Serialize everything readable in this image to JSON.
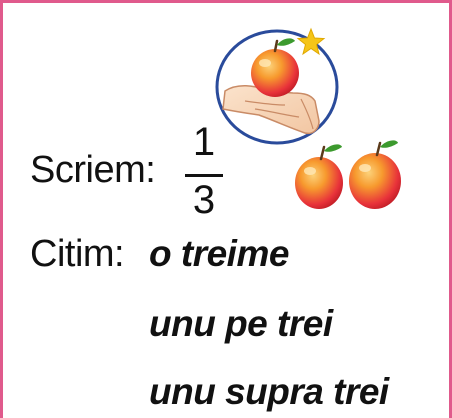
{
  "write_label": "Scriem:",
  "fraction": {
    "numerator": "1",
    "denominator": "3"
  },
  "read_label": "Citim:",
  "readings": [
    "o treime",
    "unu pe trei",
    "unu supra trei"
  ],
  "colors": {
    "border": "#e05a8c",
    "apple_red": "#e8323a",
    "apple_orange": "#f79a2e",
    "circle": "#2a4b9b",
    "star": "#f5c518"
  },
  "illustration": {
    "icons": [
      "hand-holding-apple-icon",
      "star-icon",
      "apple-icon",
      "apple-icon"
    ],
    "apples_total": 3,
    "apples_highlighted": 1
  }
}
